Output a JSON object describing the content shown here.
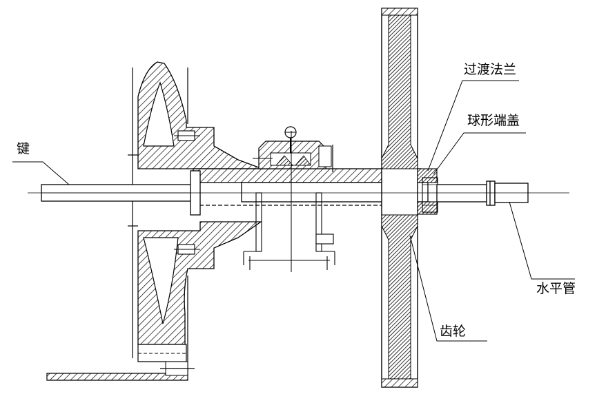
{
  "labels": {
    "key": "键",
    "transition_flange": "过渡法兰",
    "spherical_end_cap": "球形端盖",
    "horizontal_tube": "水平管",
    "gear": "齿轮"
  }
}
